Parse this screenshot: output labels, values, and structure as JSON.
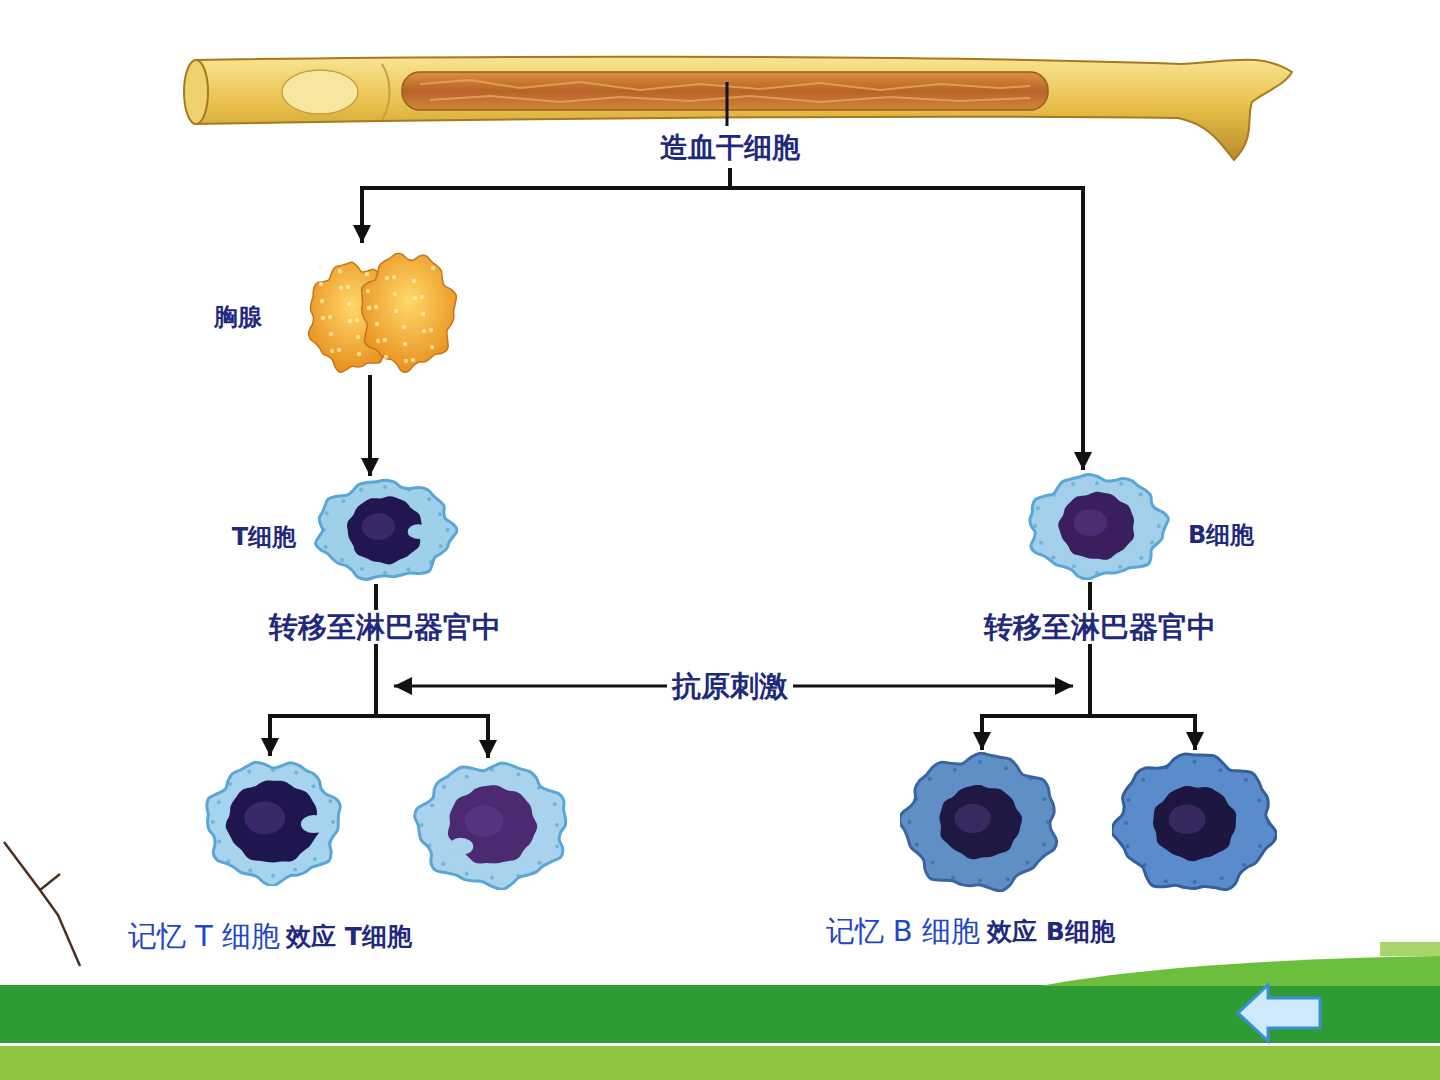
{
  "diagram": {
    "nodes": [
      {
        "text": [
          "造血干细胞"
        ]
      },
      {
        "text": [
          "胸腺"
        ]
      },
      {
        "text": [
          "T细胞"
        ]
      },
      {
        "text": [
          "B细胞"
        ]
      },
      {
        "text": [
          "记忆 T 细胞"
        ]
      },
      {
        "text": [
          "效应 T细胞"
        ]
      },
      {
        "text": [
          "记忆 B 细胞"
        ]
      },
      {
        "text": [
          "效应 B细胞"
        ]
      }
    ],
    "edges": [
      {
        "from": 0,
        "to": 1,
        "arrow": "to"
      },
      {
        "from": 0,
        "to": 3,
        "arrow": "to"
      },
      {
        "from": 1,
        "to": 2,
        "arrow": "to"
      },
      {
        "from": 2,
        "to": 4,
        "arrow": "to"
      },
      {
        "from": 2,
        "to": 5,
        "arrow": "to"
      },
      {
        "from": 3,
        "to": 6,
        "arrow": "to"
      },
      {
        "from": 3,
        "to": 7,
        "arrow": "to"
      }
    ],
    "labels": [
      "转移至淋巴器官中",
      "转移至淋巴器官中",
      "抗原刺激"
    ]
  }
}
